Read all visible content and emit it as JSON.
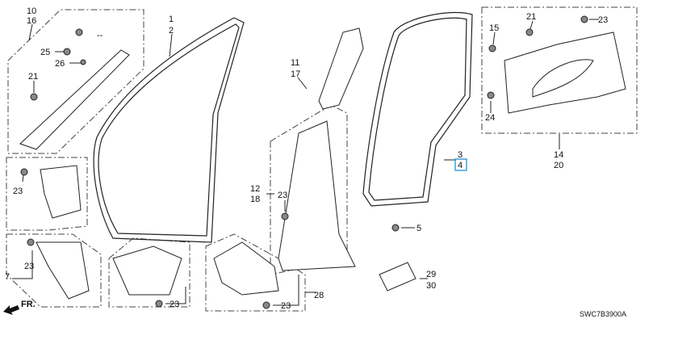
{
  "labels": {
    "p10": "10",
    "p16": "16",
    "dashes": "--",
    "p25": "25",
    "p26": "26",
    "p21a": "21",
    "p1": "1",
    "p2": "2",
    "p23a": "23",
    "p7": "7",
    "p23b": "23",
    "p23c": "23",
    "p23d": "23",
    "p28": "28",
    "p11": "11",
    "p17": "17",
    "p12": "12",
    "p18": "18",
    "p23e": "23",
    "p5": "5",
    "p3": "3",
    "p4": "4",
    "p29": "29",
    "p30": "30",
    "p15": "15",
    "p21b": "21",
    "p23f": "23",
    "p24": "24",
    "p14": "14",
    "p20": "20"
  },
  "front_arrow": "FR.",
  "diagram_code": "SWC7B3900A",
  "colors": {
    "highlight": "#3aa0d8"
  }
}
